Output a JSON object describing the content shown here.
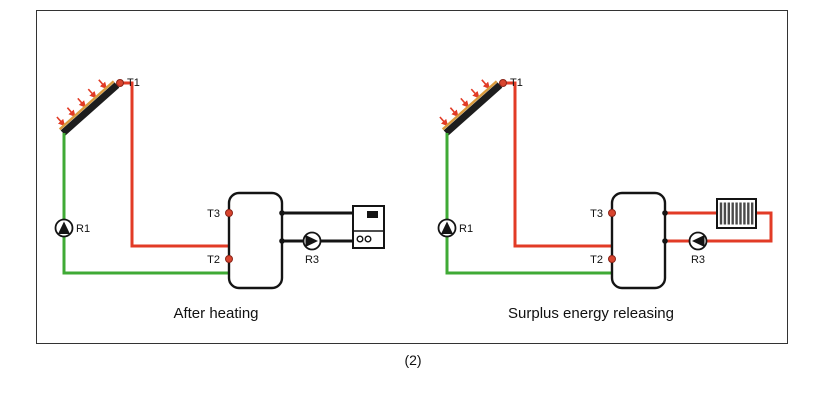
{
  "figure_label": "(2)",
  "colors": {
    "pipe_hot": "#e23b26",
    "pipe_cold": "#3faa35",
    "pipe_neutral": "#141414",
    "sensor_fill": "#d8442e",
    "sensor_stroke": "#8a2418",
    "collector_stripe": "#d99a3c"
  },
  "diagrams": [
    {
      "id": "after-heating",
      "caption": "After heating",
      "labels": {
        "t1": "T1",
        "r1": "R1",
        "t3": "T3",
        "t2": "T2",
        "r3": "R3"
      }
    },
    {
      "id": "surplus-energy-releasing",
      "caption": "Surplus energy releasing",
      "labels": {
        "t1": "T1",
        "r1": "R1",
        "t3": "T3",
        "t2": "T2",
        "r3": "R3"
      }
    }
  ]
}
